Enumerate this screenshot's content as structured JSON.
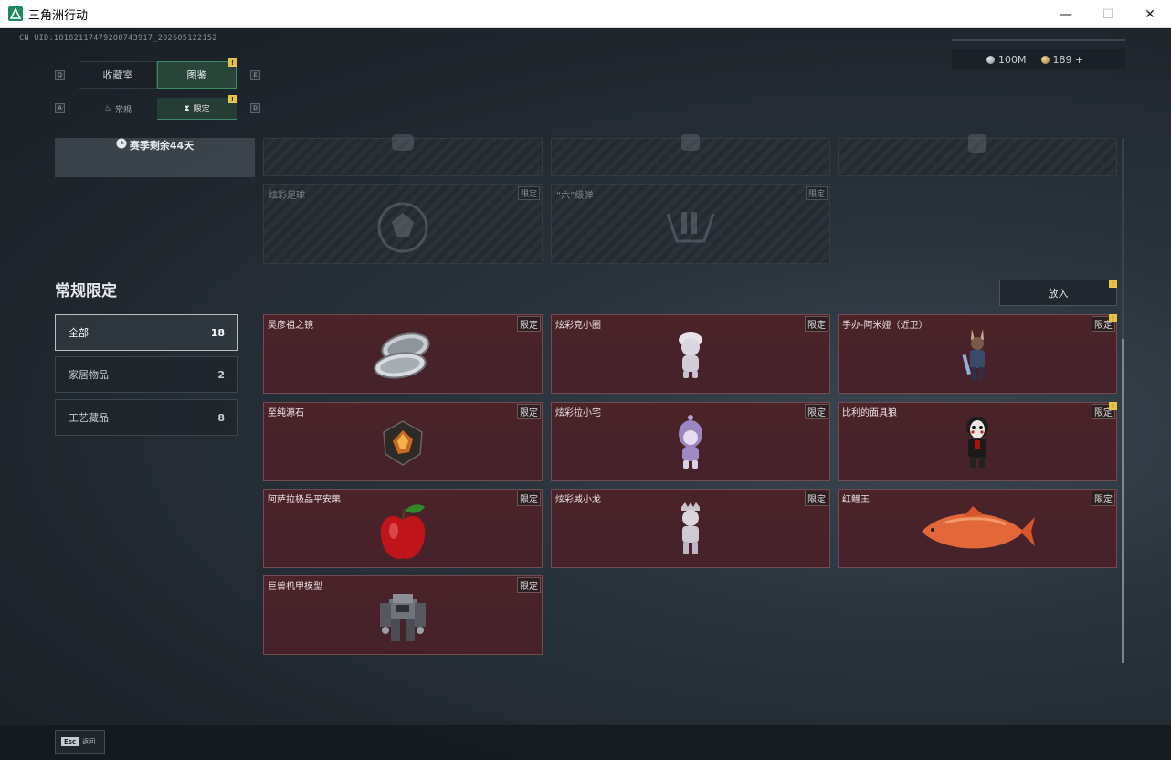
{
  "window": {
    "title": "三角洲行动",
    "minimize": "—",
    "maximize": "☐",
    "close": "✕"
  },
  "uid": "CN UID:18182117479288743917_202605122152",
  "currency": [
    {
      "icon": "silver-coin-icon",
      "value": "100M"
    },
    {
      "icon": "gold-coin-icon",
      "value": "189 +"
    }
  ],
  "tabs": {
    "key_left": "Q",
    "key_right": "E",
    "items": [
      {
        "label": "收藏室",
        "active": false
      },
      {
        "label": "图鉴",
        "active": true,
        "badge": "!"
      }
    ]
  },
  "subtabs": {
    "key_left": "A",
    "key_right": "D",
    "items": [
      {
        "label": "常规",
        "icon": "flame-icon",
        "active": false
      },
      {
        "label": "限定",
        "icon": "hourglass-icon",
        "active": true,
        "badge": "!"
      }
    ]
  },
  "season": {
    "text": "赛季剩余44天"
  },
  "locked_items": [
    {
      "name": "炫彩足球",
      "tag": "限定"
    },
    {
      "name": "“六”级弹",
      "tag": "限定"
    }
  ],
  "section": {
    "title": "常规限定",
    "categories": [
      {
        "label": "全部",
        "count": "18",
        "active": true
      },
      {
        "label": "家居物品",
        "count": "2",
        "active": false
      },
      {
        "label": "工艺藏品",
        "count": "8",
        "active": false
      }
    ],
    "put_button": "放入",
    "put_badge": "!"
  },
  "items": [
    {
      "name": "吴彦祖之镜",
      "tag": "限定",
      "art": "mirror-icon"
    },
    {
      "name": "炫彩克小圈",
      "tag": "限定",
      "art": "figure-icon"
    },
    {
      "name": "手办-阿米娅（近卫）",
      "tag": "限定",
      "art": "amiya-figure-icon",
      "badge": "!"
    },
    {
      "name": "至纯源石",
      "tag": "限定",
      "art": "gem-icon"
    },
    {
      "name": "炫彩拉小宅",
      "tag": "限定",
      "art": "figure-icon"
    },
    {
      "name": "比利的面具狼",
      "tag": "限定",
      "art": "mask-figure-icon",
      "badge": "!"
    },
    {
      "name": "阿萨拉极品平安果",
      "tag": "限定",
      "art": "apple-icon"
    },
    {
      "name": "炫彩威小龙",
      "tag": "限定",
      "art": "figure-icon"
    },
    {
      "name": "红鲤王",
      "tag": "限定",
      "art": "carp-icon"
    },
    {
      "name": "巨兽机甲模型",
      "tag": "限定",
      "art": "mech-icon"
    }
  ],
  "bottom": {
    "esc_key": "Esc",
    "esc_label": "返回"
  }
}
